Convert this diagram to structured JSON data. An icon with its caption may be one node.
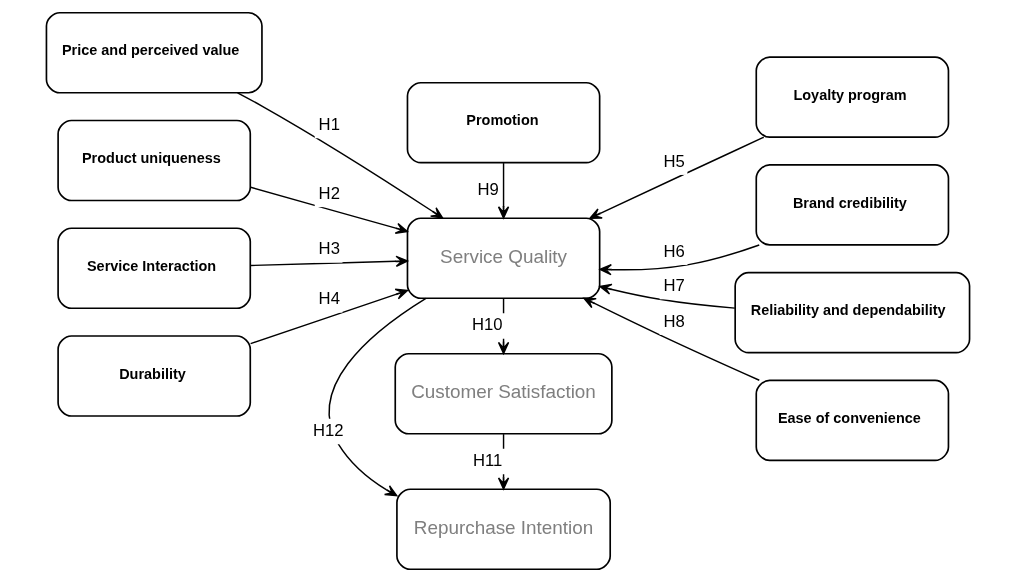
{
  "diagram": {
    "nodes": [
      {
        "text": [
          "Price and perceived value"
        ]
      },
      {
        "text": [
          "Promotion"
        ]
      },
      {
        "text": [
          "Loyalty program"
        ]
      },
      {
        "text": [
          "Product uniqueness"
        ]
      },
      {
        "text": [
          "Service Quality"
        ]
      },
      {
        "text": [
          "Brand credibility"
        ]
      },
      {
        "text": [
          "Service Interaction"
        ]
      },
      {
        "text": [
          "Customer Satisfaction"
        ]
      },
      {
        "text": [
          "Reliability and dependability"
        ]
      },
      {
        "text": [
          "Durability"
        ]
      },
      {
        "text": [
          "Ease of convenience"
        ]
      },
      {
        "text": [
          "Repurchase Intention"
        ]
      }
    ],
    "edges": [
      {
        "from": 0,
        "to": 4,
        "arrow": "to",
        "label": "H1"
      },
      {
        "from": 3,
        "to": 4,
        "arrow": "to",
        "label": "H2"
      },
      {
        "from": 6,
        "to": 4,
        "arrow": "to",
        "label": "H3"
      },
      {
        "from": 9,
        "to": 4,
        "arrow": "to",
        "label": "H4"
      },
      {
        "from": 2,
        "to": 4,
        "arrow": "to",
        "label": "H5"
      },
      {
        "from": 5,
        "to": 4,
        "arrow": "to",
        "label": "H6"
      },
      {
        "from": 8,
        "to": 4,
        "arrow": "to",
        "label": "H7"
      },
      {
        "from": 10,
        "to": 4,
        "arrow": "to",
        "label": "H8"
      },
      {
        "from": 1,
        "to": 4,
        "arrow": "to",
        "label": "H9"
      },
      {
        "from": 4,
        "to": 7,
        "arrow": "to",
        "label": "H10"
      },
      {
        "from": 7,
        "to": 11,
        "arrow": "to",
        "label": "H11"
      },
      {
        "from": 4,
        "to": 11,
        "arrow": "to",
        "label": "H12"
      }
    ]
  }
}
